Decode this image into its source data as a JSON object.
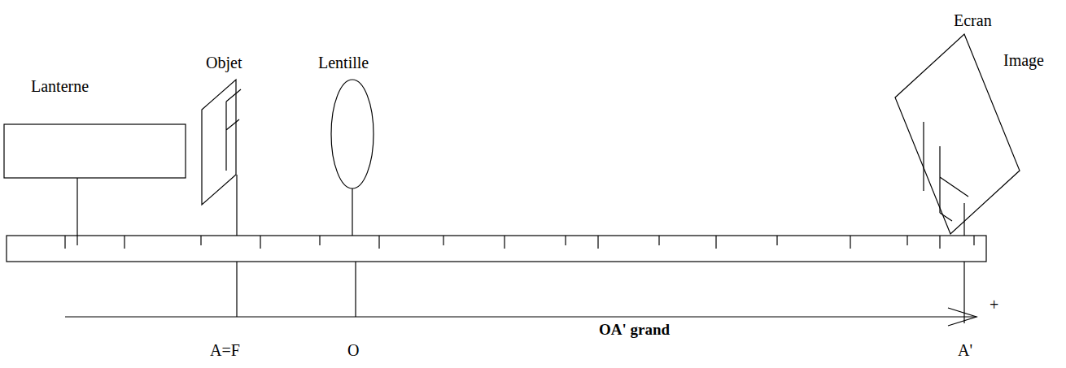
{
  "diagram": {
    "labels": [
      "Lanterne",
      "Objet",
      "Lentille",
      "Ecran",
      "Image",
      "A=F",
      "O",
      "OA' grand",
      "+",
      "A'"
    ]
  }
}
